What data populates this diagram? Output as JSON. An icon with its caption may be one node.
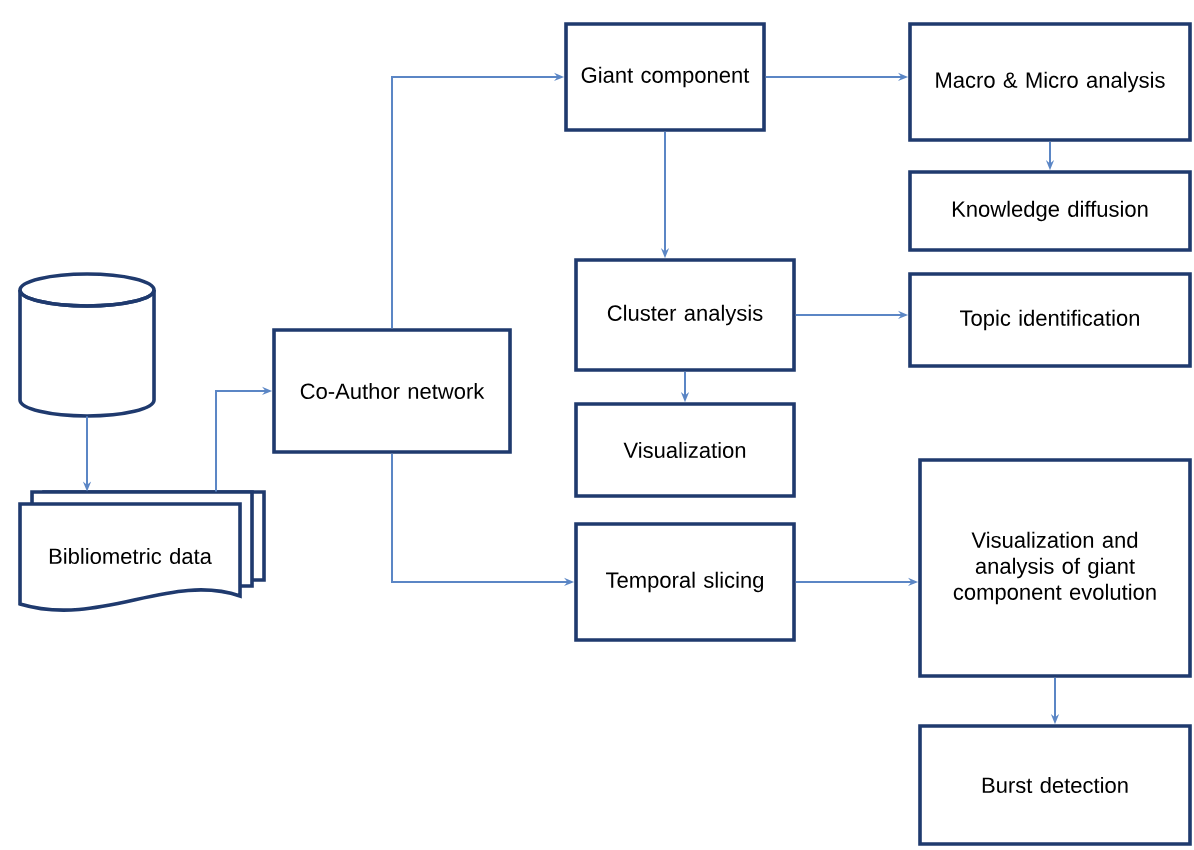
{
  "diagram": {
    "nodes": [
      {
        "text": [],
        "shape": "cylinder"
      },
      {
        "text": [
          "Bibliometric data"
        ]
      },
      {
        "text": [
          "Co-Author network"
        ]
      },
      {
        "text": [
          "Giant component"
        ]
      },
      {
        "text": [
          "Macro & Micro analysis"
        ]
      },
      {
        "text": [
          "Knowledge diffusion"
        ]
      },
      {
        "text": [
          "Cluster analysis"
        ]
      },
      {
        "text": [
          "Topic identification"
        ]
      },
      {
        "text": [
          "Visualization"
        ]
      },
      {
        "text": [
          "Temporal slicing"
        ]
      },
      {
        "text": [
          "Visualization and analysis of giant component evolution"
        ]
      },
      {
        "text": [
          "Burst detection"
        ]
      }
    ],
    "edges": [
      {
        "from": 0,
        "to": 1,
        "arrow": "to"
      },
      {
        "from": 1,
        "to": 2,
        "arrow": "to"
      },
      {
        "from": 2,
        "to": 3,
        "arrow": "to"
      },
      {
        "from": 2,
        "to": 9,
        "arrow": "to"
      },
      {
        "from": 3,
        "to": 4,
        "arrow": "to"
      },
      {
        "from": 3,
        "to": 6,
        "arrow": "to"
      },
      {
        "from": 4,
        "to": 5,
        "arrow": "to"
      },
      {
        "from": 6,
        "to": 7,
        "arrow": "to"
      },
      {
        "from": 6,
        "to": 8,
        "arrow": "to"
      },
      {
        "from": 9,
        "to": 10,
        "arrow": "to"
      },
      {
        "from": 10,
        "to": 11,
        "arrow": "to"
      }
    ]
  }
}
